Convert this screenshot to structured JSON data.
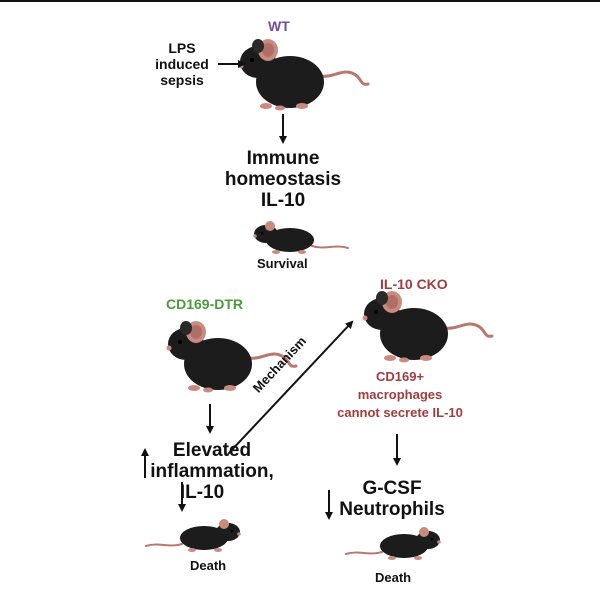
{
  "labels": {
    "wt": "WT",
    "lps": [
      "LPS",
      "induced",
      "sepsis"
    ],
    "homeostasis": [
      "Immune",
      "homeostasis",
      "IL-10"
    ],
    "survival": "Survival",
    "cd169_dtr": "CD169-DTR",
    "il10_cko": "IL-10 CKO",
    "mechanism": "Mechanism",
    "cko_note": [
      "CD169+",
      "macrophages",
      "cannot secrete IL-10"
    ],
    "elevated": [
      "Elevated",
      "inflammation,",
      "IL-10"
    ],
    "gcsf": [
      "G-CSF",
      "Neutrophils"
    ],
    "death_left": "Death",
    "death_right": "Death"
  },
  "colors": {
    "wt": "#7b4a9b",
    "cd169_dtr": "#4a9a3a",
    "il10_cko": "#a03d3d",
    "mouse_body": "#1c1c1c",
    "mouse_ear": "#c98b80",
    "mouse_tail": "#b8786d",
    "arrow": "#111111"
  },
  "icons": [
    "mouse-icon",
    "arrow-down-icon",
    "arrow-up-icon",
    "arrow-right-icon",
    "diagonal-arrow-icon"
  ]
}
